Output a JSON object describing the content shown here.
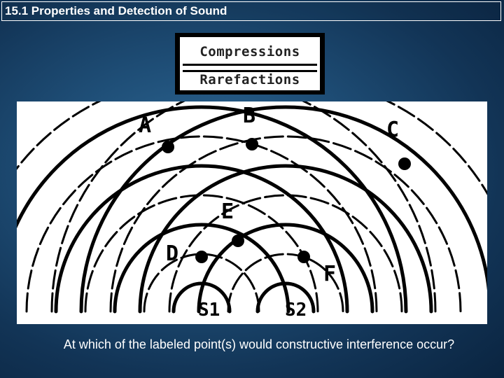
{
  "slide": {
    "title": "15.1  Properties and Detection of Sound",
    "question": "At which of the labeled point(s) would constructive interference occur?"
  },
  "legend": {
    "compressions": "Compressions",
    "rarefactions": "Rarefactions"
  },
  "diagram": {
    "points": [
      "A",
      "B",
      "C",
      "D",
      "E",
      "F"
    ],
    "sources": [
      "S1",
      "S2"
    ]
  },
  "colors": {
    "background": "#1f4f78",
    "text": "#ffffff"
  }
}
